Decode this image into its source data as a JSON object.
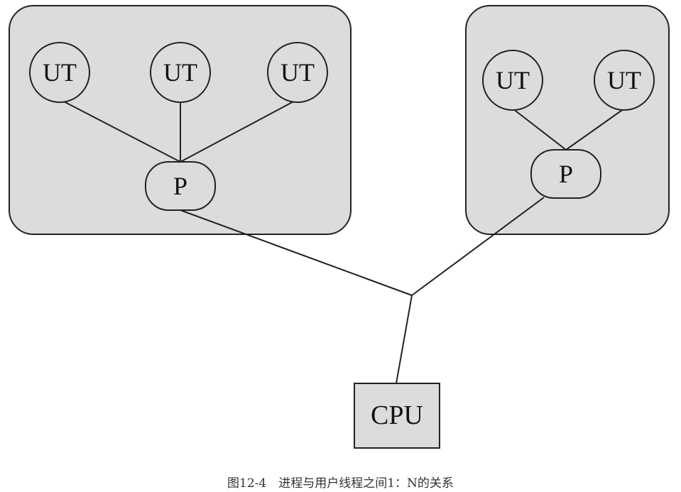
{
  "nodes": {
    "ut_1": "UT",
    "ut_2": "UT",
    "ut_3": "UT",
    "ut_4": "UT",
    "ut_5": "UT",
    "process_1": "P",
    "process_2": "P",
    "cpu": "CPU"
  },
  "caption": "图12-4　进程与用户线程之间1：N的关系"
}
